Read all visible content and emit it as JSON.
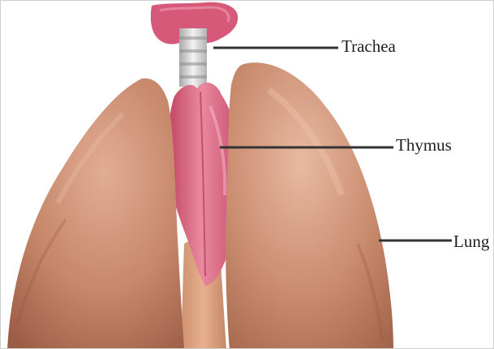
{
  "labels": {
    "trachea": "Trachea",
    "thymus": "Thymus",
    "lung": "Lung"
  },
  "colors": {
    "lung": "#c6876a",
    "lung_shadow": "#9e5f47",
    "lung_highlight": "#e7b79f",
    "thymus": "#d45a78",
    "thymus_highlight": "#f2a1b2",
    "trachea_ring": "#d9d9d9",
    "throat_tissue": "#d95b78",
    "pointer_line": "#333333",
    "background": "#ffffff"
  }
}
